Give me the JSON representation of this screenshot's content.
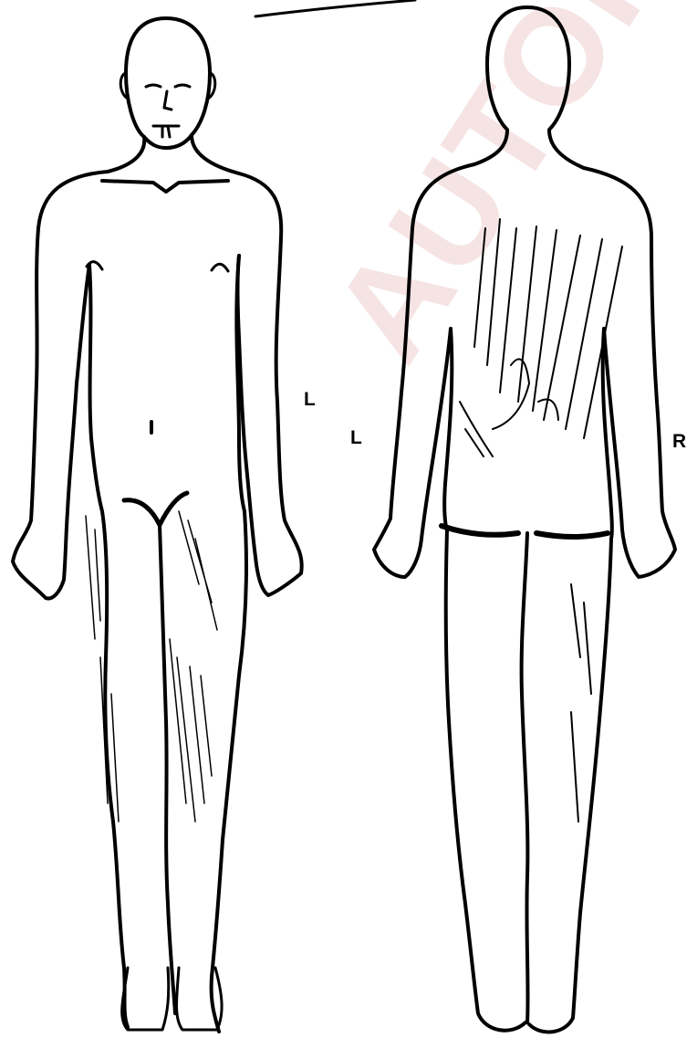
{
  "labels": {
    "front_left": "L",
    "back_left": "L",
    "back_right": "R"
  },
  "watermark": {
    "text": "AUTOPSY",
    "color": "#f3dcdc"
  },
  "colors": {
    "ink": "#000000",
    "background": "#ffffff"
  }
}
